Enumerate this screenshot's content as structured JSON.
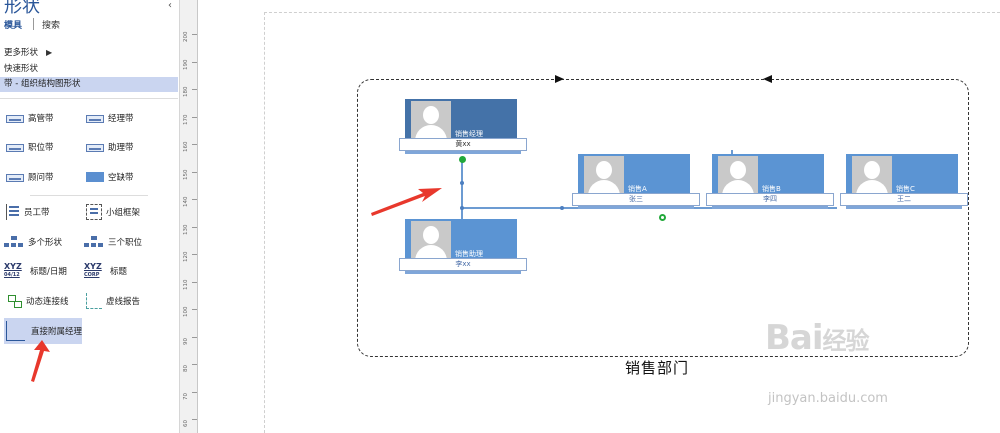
{
  "shapes_pane": {
    "title": "形状",
    "collapse_glyph": "‹",
    "tabs": [
      {
        "label": "模具",
        "active": true
      },
      {
        "label": "搜索",
        "active": false
      }
    ],
    "more_shapes": "更多形状",
    "more_caret": "▶",
    "quick_shapes": "快速形状",
    "stencil_title": "带 - 组织结构图形状",
    "items": [
      {
        "label": "高管带",
        "icon": "band-icon"
      },
      {
        "label": "经理带",
        "icon": "band-icon"
      },
      {
        "label": "职位带",
        "icon": "band-icon"
      },
      {
        "label": "助理带",
        "icon": "band-icon"
      },
      {
        "label": "顾问带",
        "icon": "band-icon"
      },
      {
        "label": "空缺带",
        "icon": "solid-band-icon"
      },
      {
        "label": "员工带",
        "icon": "staff-list-icon"
      },
      {
        "label": "小组框架",
        "icon": "team-frame-icon"
      },
      {
        "label": "多个形状",
        "icon": "multiple-shapes-icon"
      },
      {
        "label": "三个职位",
        "icon": "three-positions-icon"
      },
      {
        "label": "标题/日期",
        "icon": "title-date-icon",
        "glyph": "XYZ",
        "sub": "04/12"
      },
      {
        "label": "标题",
        "icon": "title-icon",
        "glyph": "XYZ",
        "sub": "CORP"
      },
      {
        "label": "动态连接线",
        "icon": "dynamic-connector-icon"
      },
      {
        "label": "虚线报告",
        "icon": "dotted-line-report-icon"
      }
    ],
    "selected_item": {
      "label": "直接附属经理",
      "icon": "direct-report-icon"
    }
  },
  "ruler": {
    "labels": [
      "200",
      "190",
      "180",
      "170",
      "160",
      "150",
      "140",
      "130",
      "120",
      "110",
      "100",
      "90",
      "80",
      "70",
      "60"
    ]
  },
  "diagram": {
    "department_title": "销售部门",
    "cards": [
      {
        "id": "manager",
        "role": "销售经理",
        "name": "黄xx"
      },
      {
        "id": "assistant",
        "role": "销售助理",
        "name": "李xx"
      },
      {
        "id": "sales-a",
        "role": "销售A",
        "name": "张三"
      },
      {
        "id": "sales-b",
        "role": "销售B",
        "name": "李四"
      },
      {
        "id": "sales-c",
        "role": "销售C",
        "name": "王二"
      }
    ],
    "colors": {
      "card_primary": "#5b94d3",
      "card_selected": "#4472a8",
      "annotation_arrow": "#e8382c",
      "connector_point": "#22a83a"
    }
  },
  "watermark": {
    "logo_latin": "Bai",
    "logo_cn": "经验",
    "url": "jingyan.baidu.com"
  }
}
